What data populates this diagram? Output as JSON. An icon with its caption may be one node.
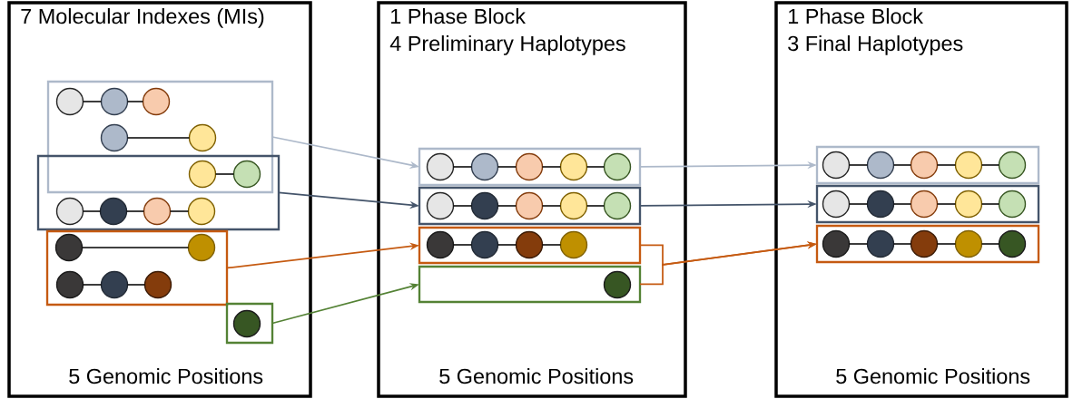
{
  "diagram": {
    "nodes": [
      {
        "text": [
          "7 Molecular Indexes (MIs)",
          "5 Genomic Positions"
        ]
      },
      {
        "text": [
          "1 Phase Block",
          "4 Preliminary Haplotypes",
          "5 Genomic Positions"
        ]
      },
      {
        "text": [
          "1 Phase Block",
          "3 Final Haplotypes",
          "5 Genomic Positions"
        ]
      },
      {
        "text": [],
        "shape": "box",
        "in": 0
      },
      {
        "text": [],
        "shape": "box",
        "in": 0
      },
      {
        "text": [],
        "shape": "box",
        "in": 0
      },
      {
        "text": [],
        "shape": "box",
        "in": 0
      },
      {
        "text": [],
        "shape": "box",
        "in": 1
      },
      {
        "text": [],
        "shape": "box",
        "in": 1
      },
      {
        "text": [],
        "shape": "box",
        "in": 1
      },
      {
        "text": [],
        "shape": "box",
        "in": 1
      },
      {
        "text": [],
        "shape": "box",
        "in": 2
      },
      {
        "text": [],
        "shape": "box",
        "in": 2
      },
      {
        "text": [],
        "shape": "box",
        "in": 2
      },
      {
        "text": [],
        "shape": "circle",
        "in": 3
      },
      {
        "text": [],
        "shape": "circle",
        "in": 3
      },
      {
        "text": [],
        "shape": "circle",
        "in": 3
      },
      {
        "text": [],
        "shape": "circle",
        "in": 3
      },
      {
        "text": [],
        "shape": "circle",
        "in": 3
      },
      {
        "text": [],
        "shape": "circle"
      },
      {
        "text": [],
        "shape": "circle"
      },
      {
        "text": [],
        "shape": "circle",
        "in": 4
      },
      {
        "text": [],
        "shape": "circle",
        "in": 4
      },
      {
        "text": [],
        "shape": "circle",
        "in": 4
      },
      {
        "text": [],
        "shape": "circle",
        "in": 4
      },
      {
        "text": [],
        "shape": "circle",
        "in": 5
      },
      {
        "text": [],
        "shape": "circle",
        "in": 5
      },
      {
        "text": [],
        "shape": "circle",
        "in": 5
      },
      {
        "text": [],
        "shape": "circle",
        "in": 5
      },
      {
        "text": [],
        "shape": "circle",
        "in": 5
      },
      {
        "text": [],
        "shape": "circle",
        "in": 6
      },
      {
        "text": [],
        "shape": "circle",
        "in": 7
      },
      {
        "text": [],
        "shape": "circle",
        "in": 7
      },
      {
        "text": [],
        "shape": "circle",
        "in": 7
      },
      {
        "text": [],
        "shape": "circle",
        "in": 7
      },
      {
        "text": [],
        "shape": "circle",
        "in": 7
      },
      {
        "text": [],
        "shape": "circle",
        "in": 8
      },
      {
        "text": [],
        "shape": "circle",
        "in": 8
      },
      {
        "text": [],
        "shape": "circle",
        "in": 8
      },
      {
        "text": [],
        "shape": "circle",
        "in": 8
      },
      {
        "text": [],
        "shape": "circle",
        "in": 8
      },
      {
        "text": [],
        "shape": "circle",
        "in": 9
      },
      {
        "text": [],
        "shape": "circle",
        "in": 9
      },
      {
        "text": [],
        "shape": "circle",
        "in": 9
      },
      {
        "text": [],
        "shape": "circle",
        "in": 9
      },
      {
        "text": [],
        "shape": "circle",
        "in": 10
      },
      {
        "text": [],
        "shape": "circle",
        "in": 11
      },
      {
        "text": [],
        "shape": "circle",
        "in": 11
      },
      {
        "text": [],
        "shape": "circle",
        "in": 11
      },
      {
        "text": [],
        "shape": "circle",
        "in": 11
      },
      {
        "text": [],
        "shape": "circle",
        "in": 11
      },
      {
        "text": [],
        "shape": "circle",
        "in": 12
      },
      {
        "text": [],
        "shape": "circle",
        "in": 12
      },
      {
        "text": [],
        "shape": "circle",
        "in": 12
      },
      {
        "text": [],
        "shape": "circle",
        "in": 12
      },
      {
        "text": [],
        "shape": "circle",
        "in": 12
      },
      {
        "text": [],
        "shape": "circle",
        "in": 13
      },
      {
        "text": [],
        "shape": "circle",
        "in": 13
      },
      {
        "text": [],
        "shape": "circle",
        "in": 13
      },
      {
        "text": [],
        "shape": "circle",
        "in": 13
      },
      {
        "text": [],
        "shape": "circle",
        "in": 13
      }
    ],
    "edges": [
      {
        "from": 14,
        "to": 15,
        "arrow": "none"
      },
      {
        "from": 15,
        "to": 16,
        "arrow": "none"
      },
      {
        "from": 17,
        "to": 18,
        "arrow": "none"
      },
      {
        "from": 19,
        "to": 20,
        "arrow": "none"
      },
      {
        "from": 21,
        "to": 22,
        "arrow": "none"
      },
      {
        "from": 22,
        "to": 23,
        "arrow": "none"
      },
      {
        "from": 23,
        "to": 24,
        "arrow": "none"
      },
      {
        "from": 25,
        "to": 26,
        "arrow": "none"
      },
      {
        "from": 27,
        "to": 28,
        "arrow": "none"
      },
      {
        "from": 28,
        "to": 29,
        "arrow": "none"
      },
      {
        "from": 31,
        "to": 32,
        "arrow": "none"
      },
      {
        "from": 32,
        "to": 33,
        "arrow": "none"
      },
      {
        "from": 33,
        "to": 34,
        "arrow": "none"
      },
      {
        "from": 34,
        "to": 35,
        "arrow": "none"
      },
      {
        "from": 36,
        "to": 37,
        "arrow": "none"
      },
      {
        "from": 37,
        "to": 38,
        "arrow": "none"
      },
      {
        "from": 38,
        "to": 39,
        "arrow": "none"
      },
      {
        "from": 39,
        "to": 40,
        "arrow": "none"
      },
      {
        "from": 41,
        "to": 42,
        "arrow": "none"
      },
      {
        "from": 42,
        "to": 43,
        "arrow": "none"
      },
      {
        "from": 43,
        "to": 44,
        "arrow": "none"
      },
      {
        "from": 46,
        "to": 47,
        "arrow": "none"
      },
      {
        "from": 47,
        "to": 48,
        "arrow": "none"
      },
      {
        "from": 48,
        "to": 49,
        "arrow": "none"
      },
      {
        "from": 49,
        "to": 50,
        "arrow": "none"
      },
      {
        "from": 51,
        "to": 52,
        "arrow": "none"
      },
      {
        "from": 52,
        "to": 53,
        "arrow": "none"
      },
      {
        "from": 53,
        "to": 54,
        "arrow": "none"
      },
      {
        "from": 54,
        "to": 55,
        "arrow": "none"
      },
      {
        "from": 56,
        "to": 57,
        "arrow": "none"
      },
      {
        "from": 57,
        "to": 58,
        "arrow": "none"
      },
      {
        "from": 58,
        "to": 59,
        "arrow": "none"
      },
      {
        "from": 59,
        "to": 60,
        "arrow": "none"
      },
      {
        "from": 3,
        "to": 7,
        "arrow": "to",
        "color": "#adb9ca"
      },
      {
        "from": 4,
        "to": 8,
        "arrow": "to",
        "color": "#44546a"
      },
      {
        "from": 5,
        "to": 9,
        "arrow": "to",
        "color": "#c55a11"
      },
      {
        "from": 6,
        "to": 10,
        "arrow": "to",
        "color": "#548235"
      },
      {
        "from": 7,
        "to": 11,
        "arrow": "to",
        "color": "#adb9ca"
      },
      {
        "from": 8,
        "to": 12,
        "arrow": "to",
        "color": "#44546a"
      },
      {
        "from": 9,
        "to": 13,
        "arrow": "to",
        "color": "#c55a11"
      },
      {
        "from": 10,
        "to": 13,
        "arrow": "to",
        "color": "#c55a11"
      }
    ]
  }
}
